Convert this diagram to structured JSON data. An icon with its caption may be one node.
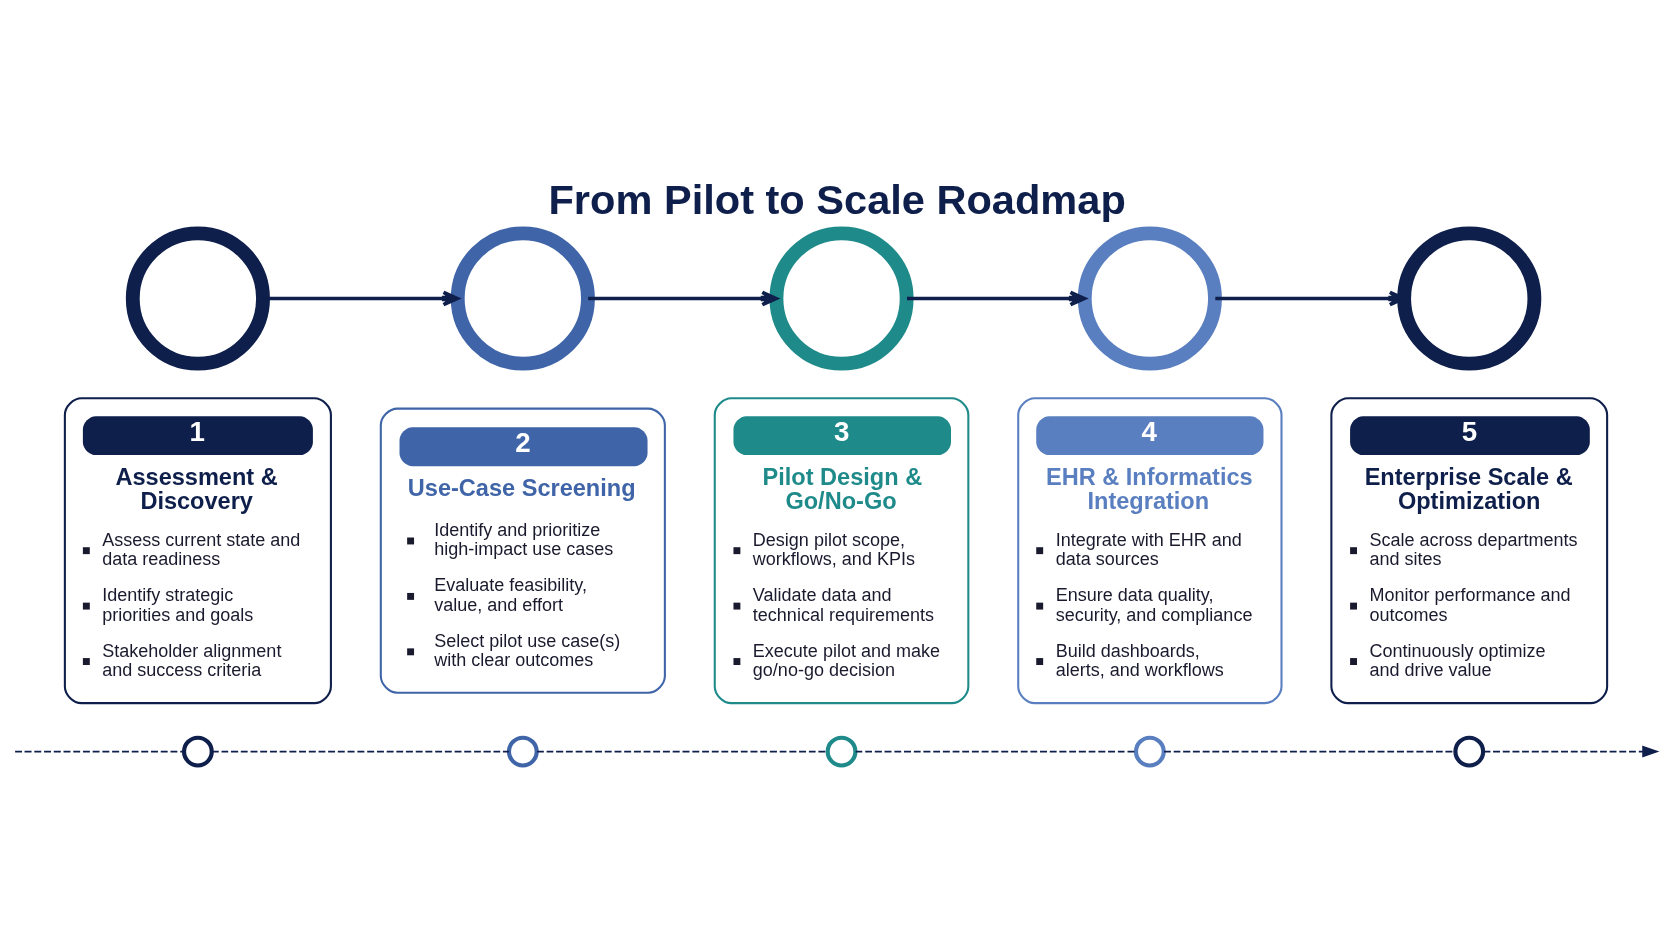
{
  "diagram": {
    "title": "From Pilot to Scale Roadmap",
    "nodes": [
      {
        "text": [],
        "shape": "circle"
      },
      {
        "text": [],
        "shape": "circle"
      },
      {
        "text": [],
        "shape": "circle"
      },
      {
        "text": [],
        "shape": "circle"
      },
      {
        "text": [],
        "shape": "circle"
      },
      {
        "text": [
          "1",
          "Assessment & Discovery",
          "Assess current state and data readiness",
          "Identify strategic priorities and goals",
          "Stakeholder alignment and success criteria"
        ]
      },
      {
        "text": [
          "2",
          "Use-Case Screening",
          "Identify and prioritize high-impact use cases",
          "Evaluate feasibility, value, and effort",
          "Select pilot use case(s) with clear outcomes"
        ]
      },
      {
        "text": [
          "3",
          "Pilot Design & Go/No-Go",
          "Design pilot scope, workflows, and KPIs",
          "Validate data and technical requirements",
          "Execute pilot and make go/no-go decision"
        ]
      },
      {
        "text": [
          "4",
          "EHR & Informatics Integration",
          "Integrate with EHR and data sources",
          "Ensure data quality, security, and compliance",
          "Build dashboards, alerts, and workflows"
        ]
      },
      {
        "text": [
          "5",
          "Enterprise Scale & Optimization",
          "Scale across departments and sites",
          "Monitor performance and outcomes",
          "Continuously optimize and drive value"
        ]
      },
      {
        "text": [],
        "shape": "circle"
      },
      {
        "text": [],
        "shape": "circle"
      },
      {
        "text": [],
        "shape": "circle"
      },
      {
        "text": [],
        "shape": "circle"
      },
      {
        "text": [],
        "shape": "circle"
      }
    ],
    "edges": [
      {
        "from": 0,
        "to": 1,
        "arrow": "to"
      },
      {
        "from": 1,
        "to": 2,
        "arrow": "to"
      },
      {
        "from": 2,
        "to": 3,
        "arrow": "to"
      },
      {
        "from": 3,
        "to": 4,
        "arrow": "to"
      },
      {
        "from": null,
        "to": 10,
        "arrow": "none",
        "style": "dashed"
      },
      {
        "from": 10,
        "to": 11,
        "arrow": "none",
        "style": "dashed"
      },
      {
        "from": 11,
        "to": 12,
        "arrow": "none",
        "style": "dashed"
      },
      {
        "from": 12,
        "to": 13,
        "arrow": "none",
        "style": "dashed"
      },
      {
        "from": 13,
        "to": 14,
        "arrow": "none",
        "style": "dashed"
      },
      {
        "from": 14,
        "to": null,
        "arrow": "to",
        "style": "dashed"
      }
    ]
  }
}
